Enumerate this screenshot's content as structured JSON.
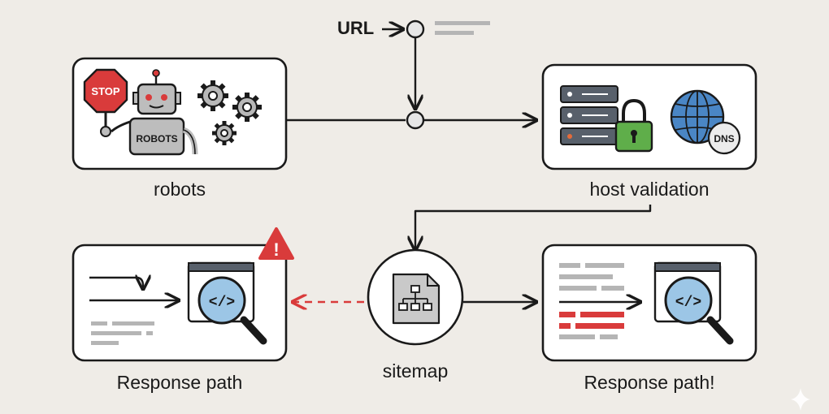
{
  "input": {
    "label": "URL"
  },
  "nodes": {
    "robots": {
      "label": "robots",
      "stop_sign_text": "STOP",
      "robot_text": "ROBOTS"
    },
    "host_validation": {
      "label": "host validation",
      "globe_text": "DNS"
    },
    "sitemap": {
      "label": "sitemap"
    },
    "response_path_left": {
      "label": "Response path",
      "warning_symbol": "!"
    },
    "response_path_right": {
      "label": "Response path!"
    }
  },
  "colors": {
    "background": "#efece7",
    "box_fill": "#ffffff",
    "stroke": "#1a1a1a",
    "warning_red": "#d93b3b",
    "lock_green": "#5fae4a",
    "globe_blue": "#4a86c5",
    "magnifier_blue": "#9cc6e6"
  }
}
